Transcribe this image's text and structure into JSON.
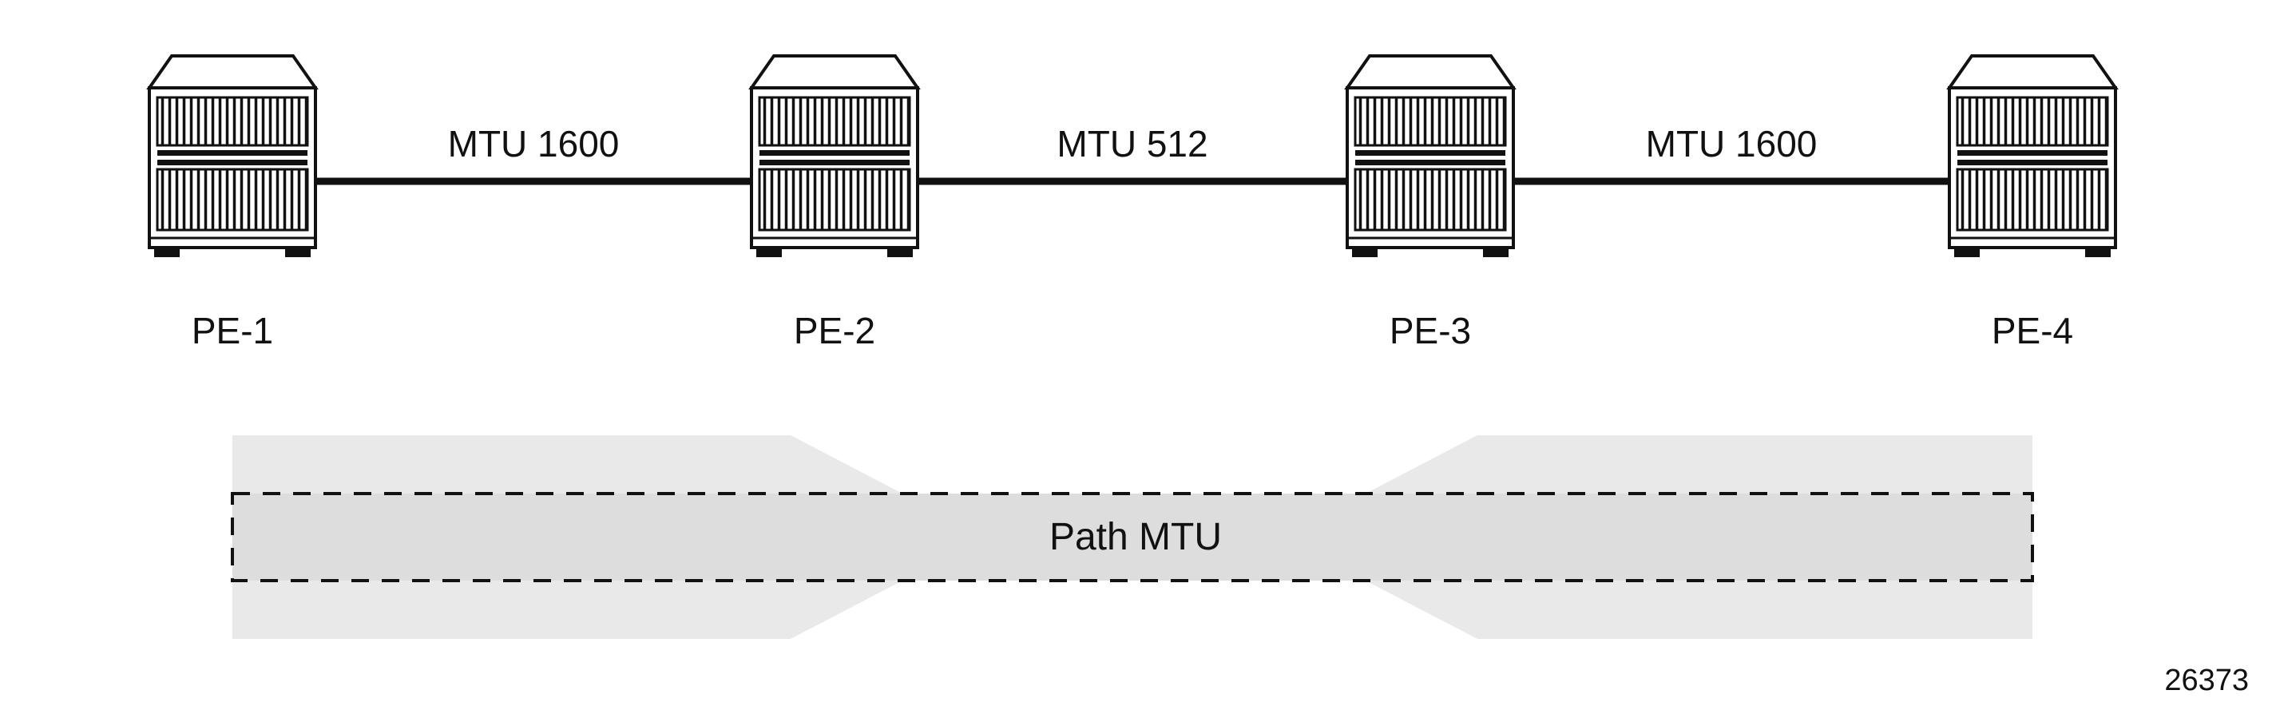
{
  "figure": {
    "number": "26373"
  },
  "diagram": {
    "routers": [
      {
        "name": "PE-1"
      },
      {
        "name": "PE-2"
      },
      {
        "name": "PE-3"
      },
      {
        "name": "PE-4"
      }
    ],
    "links": [
      {
        "label": "MTU 1600",
        "from": "PE-1",
        "to": "PE-2"
      },
      {
        "label": "MTU 512",
        "from": "PE-2",
        "to": "PE-3"
      },
      {
        "label": "MTU 1600",
        "from": "PE-3",
        "to": "PE-4"
      }
    ],
    "path_band": {
      "label": "Path MTU"
    }
  },
  "colors": {
    "line": "#111111",
    "band_fill": "#e9e9e9",
    "background": "#ffffff"
  }
}
